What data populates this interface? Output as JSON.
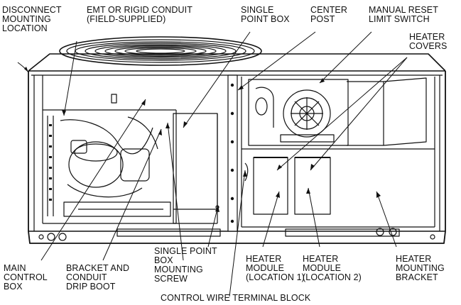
{
  "labels": {
    "disconnect": "DISCONNECT\nMOUNTING\nLOCATION",
    "conduit": "EMT OR RIGID CONDUIT\n(FIELD-SUPPLIED)",
    "single_point_box": "SINGLE\nPOINT BOX",
    "center_post": "CENTER\nPOST",
    "manual_reset": "MANUAL RESET\nLIMIT SWITCH",
    "heater_covers": "HEATER\nCOVERS",
    "main_control_box": "MAIN\nCONTROL\nBOX",
    "bracket_conduit": "BRACKET AND\nCONDUIT\nDRIP BOOT",
    "spb_screw": "SINGLE POINT\nBOX\nMOUNTING\nSCREW",
    "heater_module_1": "HEATER\nMODULE\n(LOCATION 1)",
    "heater_module_2": "HEATER\nMODULE\n(LOCATION 2)",
    "heater_bracket": "HEATER\nMOUNTING\nBRACKET",
    "control_wire": "CONTROL WIRE TERMINAL BLOCK"
  }
}
